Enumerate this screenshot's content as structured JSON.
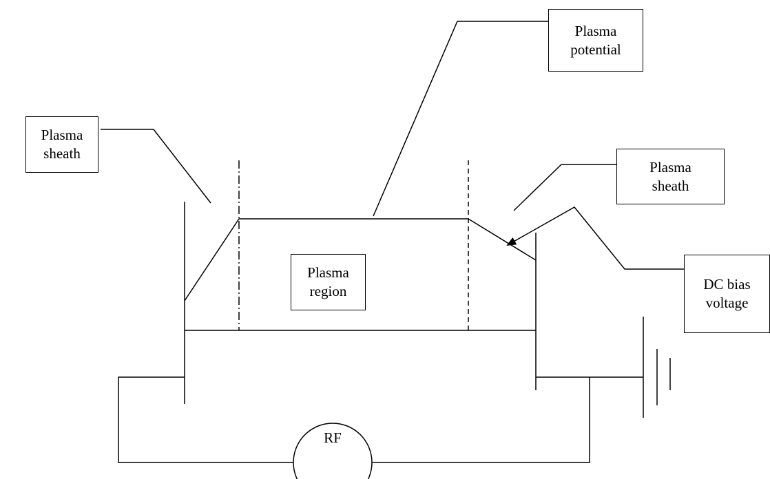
{
  "labels": {
    "plasma_sheath_left": [
      "Plasma",
      "sheath"
    ],
    "plasma_potential": [
      "Plasma",
      "potential"
    ],
    "plasma_sheath_right": [
      "Plasma",
      "sheath"
    ],
    "plasma_region": [
      "Plasma",
      "region"
    ],
    "dc_bias_voltage": [
      "DC bias",
      "voltage"
    ],
    "rf_source": "RF"
  },
  "colors": {
    "stroke": "#000000",
    "background": "#ffffff"
  }
}
